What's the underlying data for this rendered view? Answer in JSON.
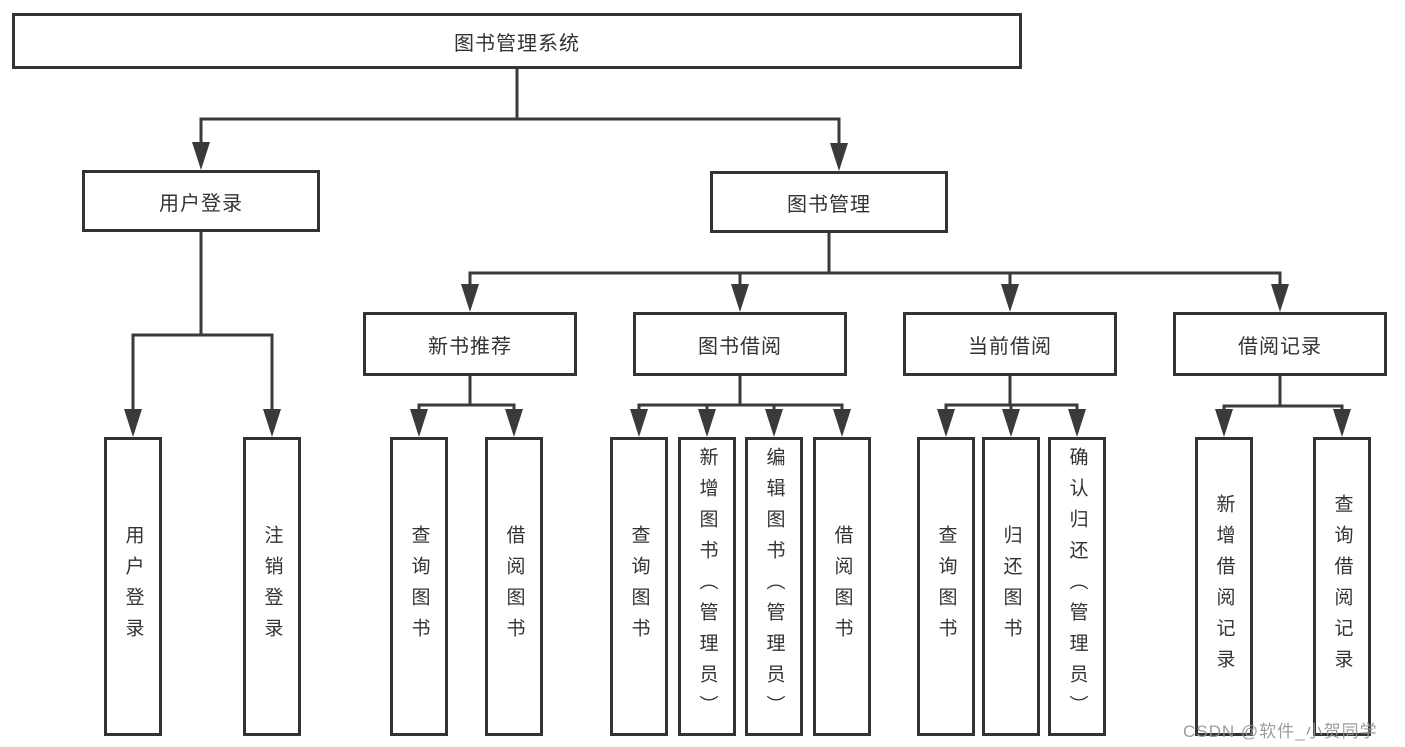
{
  "diagram": {
    "title": "图书管理系统",
    "root": {
      "label": "图书管理系统"
    },
    "level2": [
      {
        "id": "user-login",
        "label": "用户登录"
      },
      {
        "id": "book-management",
        "label": "图书管理"
      }
    ],
    "level3": [
      {
        "id": "new-book-recommend",
        "label": "新书推荐",
        "parent": "book-management"
      },
      {
        "id": "book-borrow",
        "label": "图书借阅",
        "parent": "book-management"
      },
      {
        "id": "current-borrow",
        "label": "当前借阅",
        "parent": "book-management"
      },
      {
        "id": "borrow-records",
        "label": "借阅记录",
        "parent": "book-management"
      }
    ],
    "leaves": [
      {
        "label": "用户登录",
        "parent": "user-login"
      },
      {
        "label": "注销登录",
        "parent": "user-login"
      },
      {
        "label": "查询图书",
        "parent": "new-book-recommend"
      },
      {
        "label": "借阅图书",
        "parent": "new-book-recommend"
      },
      {
        "label": "查询图书",
        "parent": "book-borrow"
      },
      {
        "label": "新增图书（管理员）",
        "parent": "book-borrow"
      },
      {
        "label": "编辑图书（管理员）",
        "parent": "book-borrow"
      },
      {
        "label": "借阅图书",
        "parent": "book-borrow"
      },
      {
        "label": "查询图书",
        "parent": "current-borrow"
      },
      {
        "label": "归还图书",
        "parent": "current-borrow"
      },
      {
        "label": "确认归还（管理员）",
        "parent": "current-borrow"
      },
      {
        "label": "新增借阅记录",
        "parent": "borrow-records"
      },
      {
        "label": "查询借阅记录",
        "parent": "borrow-records"
      }
    ]
  },
  "watermark": {
    "text": "CSDN @软件_小贺同学"
  },
  "colors": {
    "line": "#3a3a3a",
    "box_border": "#333333",
    "text": "#333333",
    "background": "#ffffff",
    "watermark": "#949494"
  }
}
